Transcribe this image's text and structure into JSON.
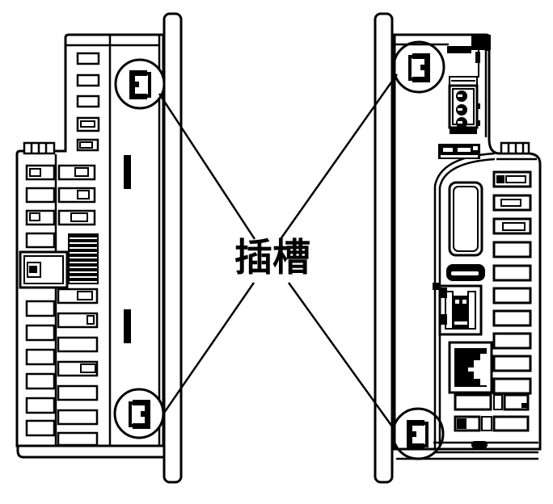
{
  "diagram": {
    "label": "插槽",
    "colors": {
      "line": "#000000",
      "background": "#ffffff"
    },
    "views": [
      {
        "name": "left-side-view"
      },
      {
        "name": "right-side-view"
      }
    ],
    "callouts": [
      {
        "name": "left-top-slot-callout",
        "icon": "slot-icon"
      },
      {
        "name": "left-bottom-slot-callout",
        "icon": "slot-icon"
      },
      {
        "name": "right-top-slot-callout",
        "icon": "slot-icon"
      },
      {
        "name": "right-bottom-slot-callout",
        "icon": "slot-icon"
      }
    ]
  }
}
